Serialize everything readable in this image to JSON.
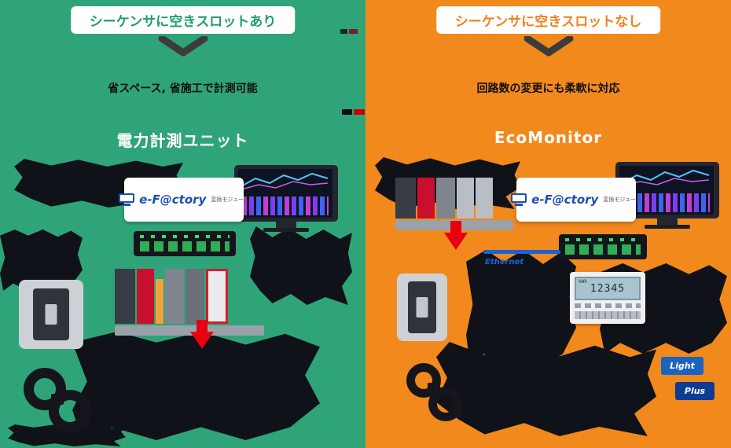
{
  "left": {
    "badge": "シーケンサに空きスロットあり",
    "subtitle": "省スペース, 省施工で計測可能",
    "title": "電力計測ユニット",
    "efactory_logo": "e-F@ctory",
    "efactory_sub": "変換モジュール"
  },
  "right": {
    "badge": "シーケンサに空きスロットなし",
    "subtitle": "回路数の変更にも柔軟に対応",
    "title": "EcoMonitor",
    "efactory_logo": "e-F@ctory",
    "efactory_sub": "変換モジュール",
    "ethernet_label": "Ethernet",
    "lcd_value": "12345",
    "lcd_unit": "kWh",
    "chip_light": "Light",
    "chip_plus": "Plus"
  },
  "colors": {
    "left_bg": "#2FA478",
    "right_bg": "#F2891C",
    "badge_text_left": "#1F9E6E",
    "badge_text_right": "#F0821A",
    "efactory_blue": "#1A4FB0",
    "alert_red": "#E60012",
    "ethernet_blue": "#1B62D6",
    "chip_light_bg": "#1B63C1",
    "chip_plus_bg": "#0C3D93",
    "silhouette": "#101219"
  }
}
